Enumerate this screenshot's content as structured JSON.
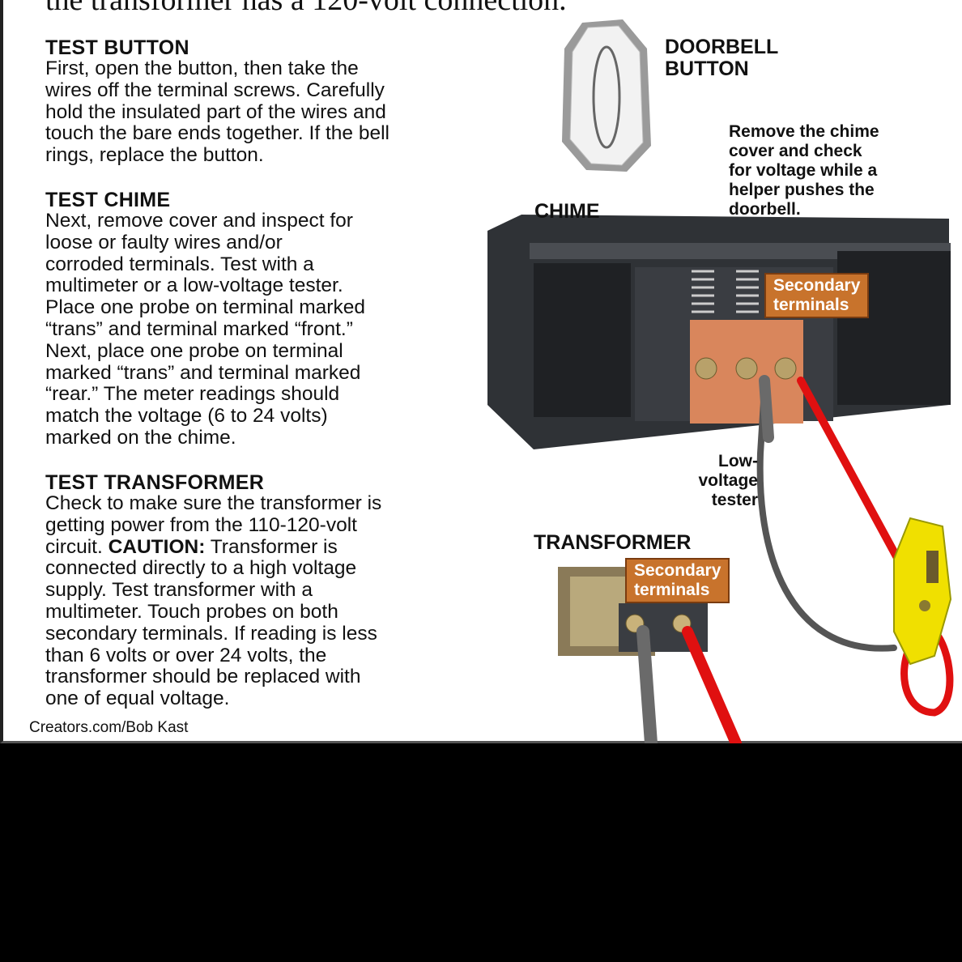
{
  "intro_tail": "the transformer has a 120-volt connection.",
  "sections": [
    {
      "title": "TEST BUTTON",
      "lines": [
        "First, open the button, then take the",
        "wires off the terminal screws. Carefully",
        "hold the insulated part of the wires and",
        "touch the bare ends together. If the bell",
        "rings, replace the button."
      ]
    },
    {
      "title": "TEST CHIME",
      "lines": [
        "Next, remove cover and inspect for",
        "loose or faulty wires and/or",
        "corroded terminals. Test with a",
        "multimeter or a low-voltage tester.",
        "Place one probe on terminal marked",
        "“trans” and terminal marked “front.”",
        "Next, place one probe on terminal",
        "marked “trans” and terminal marked",
        "“rear.” The meter readings should",
        "match the voltage (6 to 24 volts)",
        "marked on the chime."
      ]
    },
    {
      "title": "TEST TRANSFORMER",
      "lines": [
        "Check to make sure the transformer is",
        "getting power from the 110-120-volt"
      ],
      "caution_bold": "CAUTION:",
      "caution_rest": " Transformer is",
      "lines2": [
        "connected directly to a high voltage",
        "supply. Test transformer with a",
        "multimeter. Touch probes on both",
        "secondary terminals. If reading is less",
        "than 6 volts or over 24 volts, the",
        "transformer should be replaced with",
        "one of equal voltage."
      ],
      "caution_prefix": "circuit. "
    }
  ],
  "labels": {
    "doorbell_1": "DOORBELL",
    "doorbell_2": "BUTTON",
    "chime": "CHIME",
    "transformer": "TRANSFORMER",
    "chime_note": [
      "Remove the chime",
      "cover and check",
      "for voltage while a",
      "helper pushes the",
      "doorbell."
    ],
    "tester": [
      "Low-",
      "voltage",
      "tester"
    ],
    "secondary_1": [
      "Secondary",
      "terminals"
    ],
    "secondary_2": [
      "Secondary",
      "terminals"
    ]
  },
  "credit": "Creators.com/Bob Kast",
  "colors": {
    "tag": "#c8732c",
    "probe_red": "#e01010",
    "tester_yellow": "#f0e000"
  }
}
